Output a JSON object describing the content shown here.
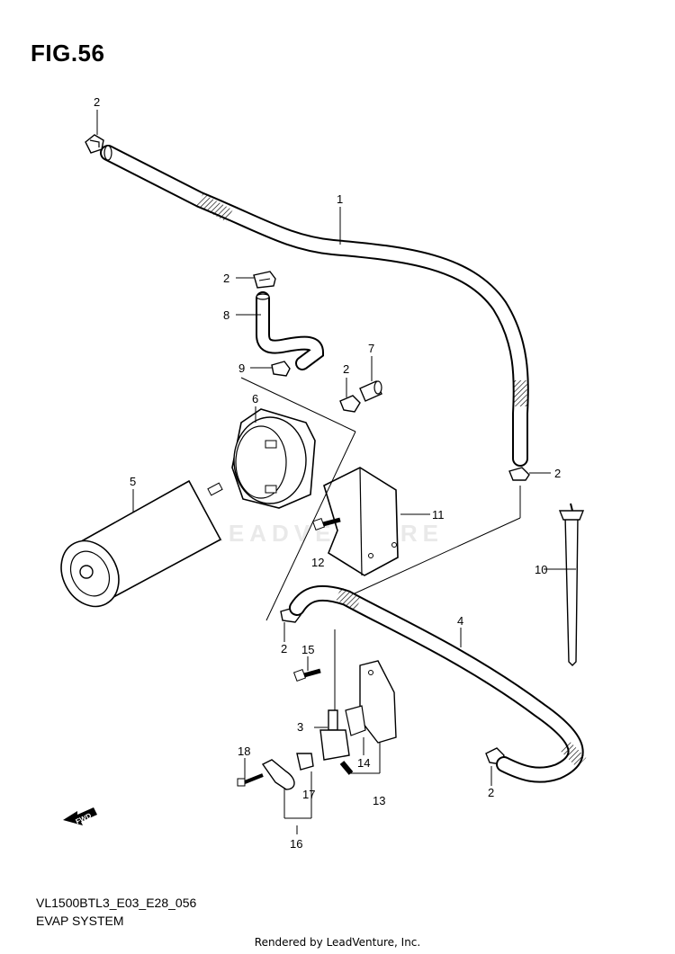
{
  "figure": {
    "title": "FIG.56",
    "code": "VL1500BTL3_E03_E28_056",
    "system": "EVAP SYSTEM"
  },
  "watermark": "LEADVENTURE",
  "fwd_label": "FWD",
  "footer": "Rendered by LeadVenture, Inc.",
  "callouts": {
    "c1": "1",
    "c2a": "2",
    "c2b": "2",
    "c2c": "2",
    "c2d": "2",
    "c2e": "2",
    "c2f": "2",
    "c3": "3",
    "c4": "4",
    "c5": "5",
    "c6": "6",
    "c7": "7",
    "c8": "8",
    "c9": "9",
    "c10": "10",
    "c11": "11",
    "c12": "12",
    "c13": "13",
    "c14": "14",
    "c15": "15",
    "c16": "16",
    "c17": "17",
    "c18": "18"
  }
}
